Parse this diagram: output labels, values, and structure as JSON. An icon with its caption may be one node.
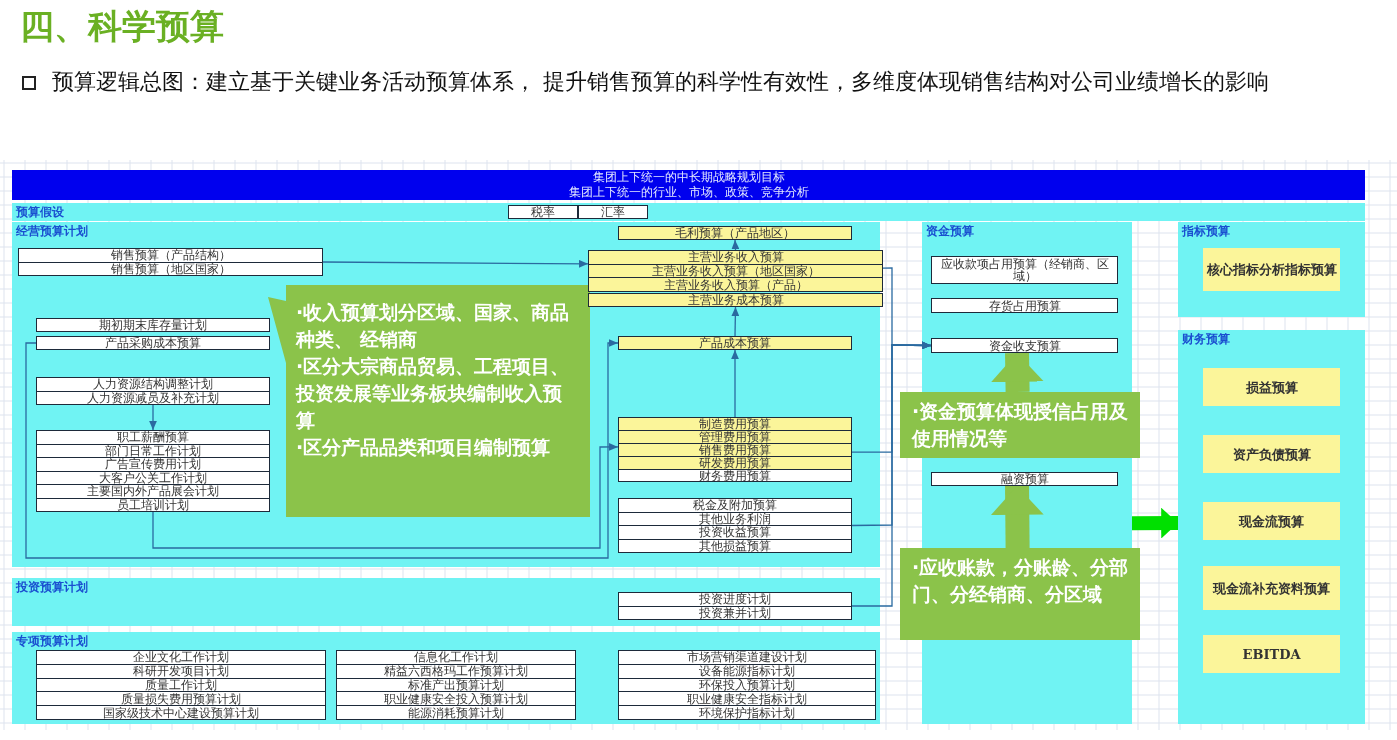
{
  "diagram": {
    "title": "四、科学预算",
    "nodes": [
      {
        "text": [
          "集团上下统一的中长期战略规划目标"
        ]
      },
      {
        "text": [
          "集团上下统一的行业、市场、政策、竞争分析"
        ]
      },
      {
        "text": [
          "预算假设"
        ]
      },
      {
        "text": [
          "税率"
        ],
        "in": 2
      },
      {
        "text": [
          "汇率"
        ],
        "in": 2
      },
      {
        "text": [
          "经营预算计划"
        ]
      },
      {
        "text": [
          "销售预算（产品结构）",
          "销售预算（地区国家）"
        ],
        "in": 5
      },
      {
        "text": [
          "期初期末库存量计划"
        ],
        "in": 5
      },
      {
        "text": [
          "产品采购成本预算"
        ],
        "in": 5
      },
      {
        "text": [
          "人力资源结构调整计划",
          "人力资源减员及补充计划"
        ],
        "in": 5
      },
      {
        "text": [
          "职工薪酬预算",
          "部门日常工作计划",
          "广告宣传费用计划",
          "大客户公关工作计划",
          "主要国内外产品展会计划",
          "员工培训计划"
        ],
        "in": 5
      },
      {
        "text": [
          "·收入预算划分区域、国家、商品种类、 经销商",
          "·区分大宗商品贸易、工程项目、投资发展等业务板块编制收入预算",
          "·区分产品品类和项目编制预算"
        ],
        "in": 5
      },
      {
        "text": [
          "毛利预算（产品地区）"
        ],
        "in": 5
      },
      {
        "text": [
          "主营业务收入预算",
          "主营业务收入预算（地区国家）",
          "主营业务收入预算（产品）"
        ],
        "in": 5
      },
      {
        "text": [
          "主营业务成本预算"
        ],
        "in": 5
      },
      {
        "text": [
          "产品成本预算"
        ],
        "in": 5
      },
      {
        "text": [
          "制造费用预算",
          "管理费用预算",
          "销售费用预算",
          "研发费用预算",
          "财务费用预算"
        ],
        "in": 5
      },
      {
        "text": [
          "税金及附加预算",
          "其他业务利润",
          "投资收益预算",
          "其他损益预算"
        ],
        "in": 5
      },
      {
        "text": [
          "投资预算计划"
        ]
      },
      {
        "text": [
          "投资进度计划",
          "投资兼并计划"
        ],
        "in": 18
      },
      {
        "text": [
          "专项预算计划"
        ]
      },
      {
        "text": [
          "企业文化工作计划",
          "科研开发项目计划",
          "质量工作计划",
          "质量损失费用预算计划",
          "国家级技术中心建设预算计划"
        ],
        "in": 20
      },
      {
        "text": [
          "信息化工作计划",
          "精益六西格玛工作预算计划",
          "标准产出预算计划",
          "职业健康安全投入预算计划",
          "能源消耗预算计划"
        ],
        "in": 20
      },
      {
        "text": [
          "市场营销渠道建设计划",
          "设备能源指标计划",
          "环保投入预算计划",
          "职业健康安全指标计划",
          "环境保护指标计划"
        ],
        "in": 20
      },
      {
        "text": [
          "资金预算"
        ]
      },
      {
        "text": [
          "应收款项占用预算（经销商、区域）"
        ],
        "in": 24
      },
      {
        "text": [
          "存货占用预算"
        ],
        "in": 24
      },
      {
        "text": [
          "资金收支预算"
        ],
        "in": 24
      },
      {
        "text": [
          "·资金预算体现授信占用及使用情况等"
        ]
      },
      {
        "text": [
          "融资预算"
        ],
        "in": 24
      },
      {
        "text": [
          "·应收账款，分账龄、分部门、分经销商、分区域"
        ]
      },
      {
        "text": [
          "指标预算"
        ]
      },
      {
        "text": [
          "核心指标分析指标预算"
        ],
        "in": 31
      },
      {
        "text": [
          "财务预算"
        ]
      },
      {
        "text": [
          "损益预算"
        ],
        "in": 33
      },
      {
        "text": [
          "资产负债预算"
        ],
        "in": 33
      },
      {
        "text": [
          "现金流预算"
        ],
        "in": 33
      },
      {
        "text": [
          "现金流补充资料预算"
        ],
        "in": 33
      },
      {
        "text": [
          "EBITDA"
        ],
        "in": 33
      }
    ],
    "edges": [
      {
        "from": 6,
        "to": 13,
        "arrow": "to"
      },
      {
        "from": 8,
        "to": 15,
        "arrow": "to"
      },
      {
        "from": 9,
        "to": 10,
        "arrow": "to"
      },
      {
        "from": 10,
        "to": 16,
        "arrow": "to"
      },
      {
        "from": 15,
        "to": 14,
        "arrow": "to"
      },
      {
        "from": 16,
        "to": 15,
        "arrow": "to"
      },
      {
        "from": 13,
        "to": 12,
        "arrow": "to"
      },
      {
        "from": 13,
        "to": 27,
        "arrow": "to"
      },
      {
        "from": 16,
        "to": 27,
        "arrow": "to"
      },
      {
        "from": 17,
        "to": 27,
        "arrow": "to"
      },
      {
        "from": 19,
        "to": 27,
        "arrow": "to"
      },
      {
        "from": 28,
        "to": 27,
        "arrow": "to",
        "style": "thick",
        "color": "#8bc34a"
      },
      {
        "from": 30,
        "to": 29,
        "arrow": "to",
        "style": "thick",
        "color": "#8bc34a"
      },
      {
        "from": 24,
        "to": 33,
        "arrow": "to",
        "style": "thick",
        "color": "#00e000"
      }
    ],
    "labels": [
      "预算逻辑总图：建立基于关键业务活动预算体系， 提升销售预算的科学性有效性，多维度体现销售结构对公司业绩增长的影响"
    ]
  }
}
